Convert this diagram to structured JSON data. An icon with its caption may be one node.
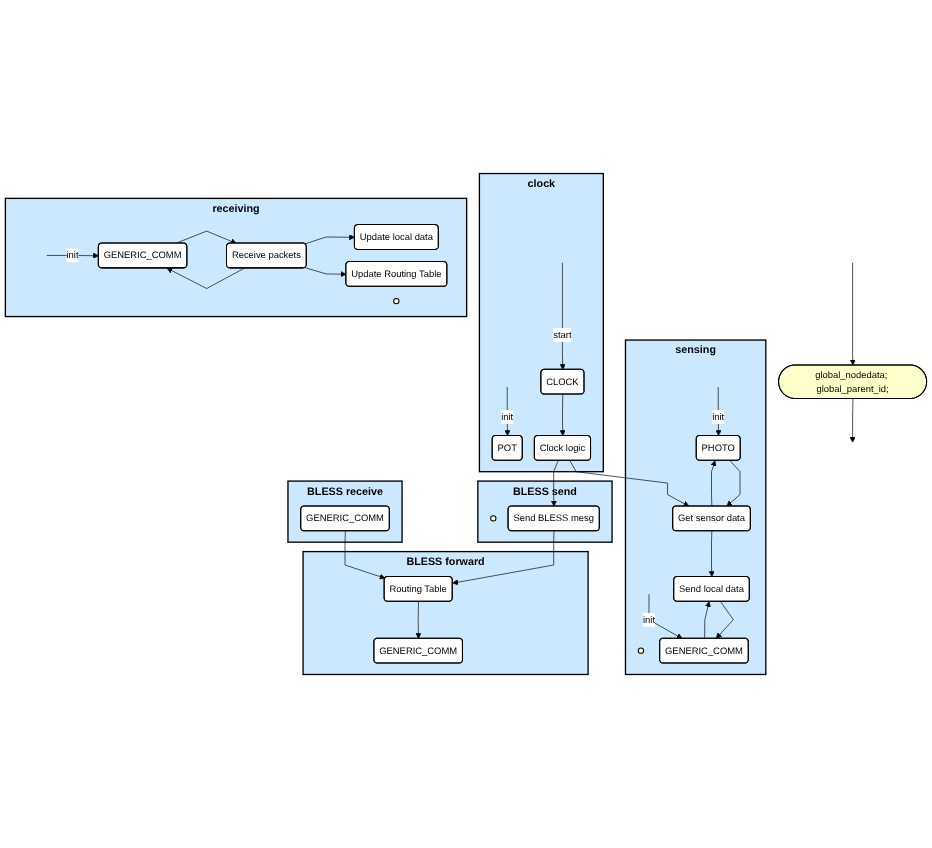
{
  "diagram": {
    "nodes": [
      {
        "text": [
          "global_nodedata; global_parent_id;"
        ]
      },
      {
        "text": [
          "sensing"
        ]
      },
      {
        "text": [],
        "shape": "circle",
        "in": 1
      },
      {
        "text": [
          "Get sensor data"
        ],
        "in": 1
      },
      {
        "text": [
          "Send local data"
        ],
        "in": 1
      },
      {
        "text": [
          "PHOTO"
        ],
        "in": 1
      },
      {
        "text": [
          "GENERIC_COMM"
        ],
        "in": 1
      },
      {
        "text": [
          "clock"
        ]
      },
      {
        "text": [
          "POT"
        ],
        "in": 7
      },
      {
        "text": [
          "Clock logic"
        ],
        "in": 7
      },
      {
        "text": [
          "CLOCK"
        ],
        "in": 7
      },
      {
        "text": [
          "receiving"
        ]
      },
      {
        "text": [],
        "shape": "circle",
        "in": 11
      },
      {
        "text": [
          "Receive packets"
        ],
        "in": 11
      },
      {
        "text": [
          "Update local data"
        ],
        "in": 11
      },
      {
        "text": [
          "GENERIC_COMM"
        ],
        "in": 11
      },
      {
        "text": [
          "Update Routing Table"
        ],
        "in": 11
      },
      {
        "text": [
          "BLESS send"
        ]
      },
      {
        "text": [],
        "shape": "circle",
        "in": 17
      },
      {
        "text": [
          "Send BLESS mesg"
        ],
        "in": 17
      },
      {
        "text": [
          "BLESS forward"
        ]
      },
      {
        "text": [
          "Routing Table"
        ],
        "in": 20
      },
      {
        "text": [
          "GENERIC_COMM"
        ],
        "in": 20
      },
      {
        "text": [
          "BLESS receive"
        ]
      },
      {
        "text": [
          "GENERIC_COMM"
        ],
        "in": 23
      }
    ],
    "edges": [
      {
        "from": null,
        "to": 0,
        "arrow": "to"
      },
      {
        "from": 0,
        "to": null,
        "arrow": "to"
      },
      {
        "from": null,
        "to": 8,
        "arrow": "to",
        "label": "init"
      },
      {
        "from": 9,
        "to": 3,
        "arrow": "to"
      },
      {
        "from": 3,
        "to": 4,
        "arrow": "to"
      },
      {
        "from": null,
        "to": 5,
        "arrow": "to",
        "label": "init"
      },
      {
        "from": 3,
        "to": 5,
        "arrow": "to"
      },
      {
        "from": 5,
        "to": 3,
        "arrow": "to"
      },
      {
        "from": null,
        "to": 6,
        "arrow": "to",
        "label": "init"
      },
      {
        "from": 4,
        "to": 6,
        "arrow": "to"
      },
      {
        "from": 6,
        "to": 4,
        "arrow": "to"
      },
      {
        "from": null,
        "to": 10,
        "arrow": "to",
        "label": "start"
      },
      {
        "from": 10,
        "to": 9,
        "arrow": "to"
      },
      {
        "from": 9,
        "to": 19,
        "arrow": "to"
      },
      {
        "from": null,
        "to": 15,
        "arrow": "to",
        "label": "init"
      },
      {
        "from": 13,
        "to": 15,
        "arrow": "to"
      },
      {
        "from": 15,
        "to": 13,
        "arrow": "to"
      },
      {
        "from": 13,
        "to": 14,
        "arrow": "to"
      },
      {
        "from": 13,
        "to": 16,
        "arrow": "to"
      },
      {
        "from": 19,
        "to": 21,
        "arrow": "to"
      },
      {
        "from": 24,
        "to": 21,
        "arrow": "to"
      },
      {
        "from": 21,
        "to": 22,
        "arrow": "to"
      }
    ]
  }
}
